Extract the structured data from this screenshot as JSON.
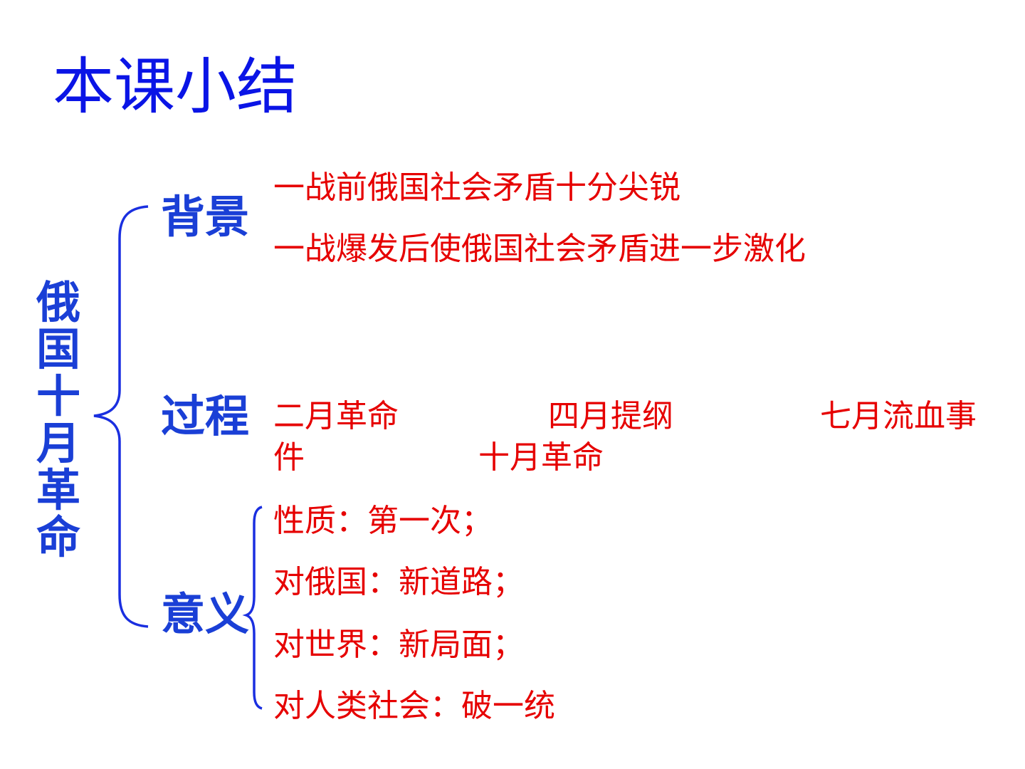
{
  "title": "本课小结",
  "topic": "俄国十月革命",
  "sections": {
    "background": {
      "label": "背景",
      "items": [
        "一战前俄国社会矛盾十分尖锐",
        "一战爆发后使俄国社会矛盾进一步激化"
      ]
    },
    "process": {
      "label": "过程",
      "items": [
        "二月革命",
        "四月提纲",
        "七月流血事",
        "件",
        "十月革命"
      ]
    },
    "significance": {
      "label": "意义",
      "items": [
        "性质：第一次；",
        "对俄国：新道路；",
        "对世界：新局面；",
        "对人类社会：破一统"
      ]
    }
  },
  "colors": {
    "title": "#0a14e6",
    "label": "#1a3fd6",
    "content": "#e60000",
    "brace": "#1a2fe0"
  }
}
